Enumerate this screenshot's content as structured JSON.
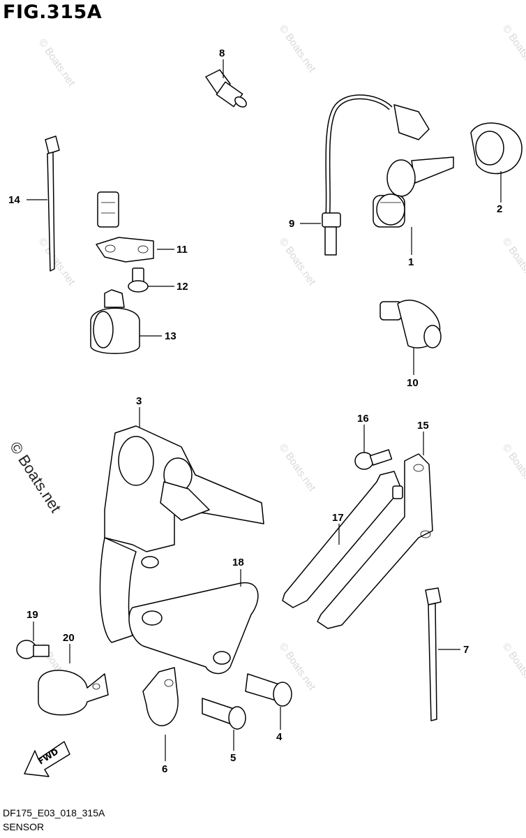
{
  "figure": {
    "title": "FIG.315A",
    "model_code": "DF175_E03_018_315A",
    "section_name": "SENSOR"
  },
  "watermark": {
    "text": "© Boats.net"
  },
  "direction_marker": {
    "label": "FWD"
  },
  "callouts": {
    "c1": "1",
    "c2": "2",
    "c3": "3",
    "c4": "4",
    "c5": "5",
    "c6": "6",
    "c7": "7",
    "c8": "8",
    "c9": "9",
    "c10": "10",
    "c11": "11",
    "c12": "12",
    "c13": "13",
    "c14": "14",
    "c15": "15",
    "c16": "16",
    "c17": "17",
    "c18": "18",
    "c19": "19",
    "c20": "20"
  }
}
